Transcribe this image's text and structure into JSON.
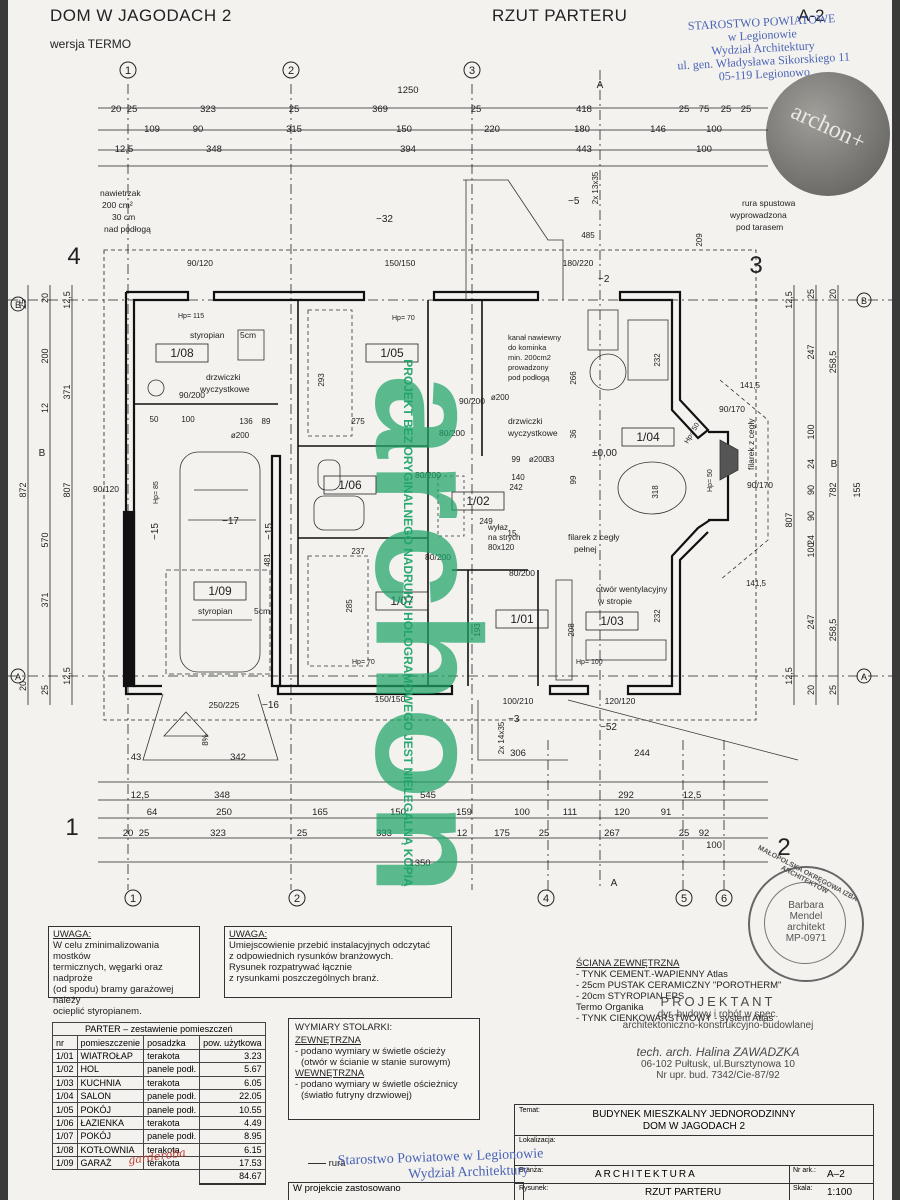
{
  "title": {
    "project_name": "DOM W JAGODACH 2",
    "variant": "wersja TERMO",
    "sheet_name": "RZUT PARTERU",
    "sheet_code": "A-2"
  },
  "stamps": {
    "starostwo_top": [
      "STAROSTWO POWIATOWE",
      "w Legionowie",
      "Wydział Architektury",
      "ul. gen. Władysława Sikorskiego 11",
      "05-119 Legionowo"
    ],
    "archon_logo": "archon+",
    "watermark_letters": "archon",
    "watermark_warning": "PROJEKT BEZ ORYGINALNEGO NADRUKU HOLOGRAMOWEGO JEST NIELEGALNĄ KOPIĄ",
    "architect_seal": {
      "ring": "MAŁOPOLSKA OKRĘGOWA IZBA ARCHITEKTÓW",
      "name1": "Barbara",
      "name2": "Mendel",
      "role": "architekt",
      "number": "MP-0971"
    },
    "starostwo_bottom": [
      "Starostwo Powiatowe w Legionowie",
      "Wydział Architektury"
    ]
  },
  "axes": {
    "top": [
      "1",
      "2",
      "3",
      "4",
      "5",
      "6"
    ],
    "big_labels": [
      "4",
      "3",
      "1",
      "2"
    ],
    "side": [
      "B",
      "A"
    ],
    "section": "A"
  },
  "dimensions": {
    "top_total": "1250",
    "top_row1": [
      "20",
      "25",
      "323",
      "25",
      "369",
      "25",
      "418",
      "25",
      "75",
      "25",
      "25"
    ],
    "top_row2": [
      "109",
      "90",
      "315",
      "150",
      "220",
      "180",
      "146",
      "100"
    ],
    "top_row3": [
      "12,5",
      "348",
      "394",
      "443",
      "100"
    ],
    "bottom_row1": [
      "12,5",
      "348",
      "545",
      "292",
      "12,5"
    ],
    "bottom_row2": [
      "64",
      "250",
      "165",
      "150",
      "159",
      "100",
      "111",
      "120",
      "91"
    ],
    "bottom_row3": [
      "20",
      "25",
      "323",
      "25",
      "333",
      "12",
      "175",
      "25",
      "267",
      "100",
      "25",
      "92"
    ],
    "bottom_total": "1350",
    "misc_bottom": [
      "342",
      "306",
      "244",
      "43"
    ],
    "left_col": [
      "25",
      "20",
      "12,5",
      "200",
      "371",
      "12",
      "872",
      "807",
      "570",
      "371",
      "12,5",
      "25",
      "20"
    ],
    "right_col": [
      "12,5",
      "25",
      "20",
      "247",
      "258,5",
      "100",
      "24",
      "90",
      "782",
      "155",
      "90",
      "24",
      "807",
      "100",
      "247",
      "258,5",
      "12,5",
      "20",
      "25"
    ]
  },
  "plan_annotations": {
    "nawietrzak": [
      "nawietrzak",
      "200 cm²",
      "30 cm",
      "nad podłogą"
    ],
    "rura": [
      "rura spustowa",
      "wyprowadzona",
      "pod tarasem"
    ],
    "kanal": [
      "kanał nawiewny",
      "do kominka",
      "min. 200cm2",
      "prowadzony",
      "pod podłogą"
    ],
    "drzwiczki1": [
      "drzwiczki",
      "wyczystkowe"
    ],
    "drzwiczki2": [
      "drzwiczki",
      "wyczystkowe"
    ],
    "wylaz": [
      "wyłaz",
      "na strych",
      "80x120"
    ],
    "filarek1": [
      "filarek z cegły",
      "pełnej"
    ],
    "filarek2": "filarek z cegły",
    "otwor": [
      "otwór wentylacyjny",
      "w stropie"
    ],
    "styropian1": "styropian",
    "styropian1b": "5cm",
    "styropian2": "styropian",
    "styropian2b": "5cm",
    "levels": [
      "−32",
      "−5",
      "−2",
      "±0,00",
      "−17",
      "−15",
      "−15",
      "−16",
      "−3",
      "−52"
    ],
    "hp": [
      "Hp= 115",
      "Hp= 70",
      "Hp= 85",
      "Hp= 50",
      "Hp= 50",
      "Hp= 70",
      "Hp= 100"
    ],
    "door_labels": [
      "90/120",
      "150/150",
      "180/220",
      "90/120",
      "90/200",
      "80/200",
      "80/200",
      "80/200",
      "80/200",
      "90/200",
      "90/170",
      "90/170",
      "100/210",
      "120/120",
      "150/150",
      "250/225"
    ],
    "small_dims": [
      "50",
      "100",
      "136",
      "89",
      "ø200",
      "ø200",
      "ø200",
      "293",
      "275",
      "237",
      "266",
      "232",
      "318",
      "249",
      "242",
      "140",
      "99",
      "33",
      "36",
      "15",
      "99",
      "208",
      "232",
      "285",
      "193",
      "481",
      "141,5",
      "141,5",
      "485",
      "209",
      "2x 13x35",
      "2x 14x35",
      "8%"
    ]
  },
  "rooms_on_plan": [
    "1/08",
    "1/05",
    "1/04",
    "1/06",
    "1/02",
    "1/09",
    "1/07",
    "1/01",
    "1/03"
  ],
  "notes": {
    "uwaga1_title": "UWAGA:",
    "uwaga1_text": [
      "W celu zminimalizowania mostków",
      "termicznych, węgarki oraz nadproże",
      "(od spodu) bramy garażowej należy",
      "ocieplić styropianem."
    ],
    "uwaga2_title": "UWAGA:",
    "uwaga2_text": [
      "Umiejscowienie przebić instalacyjnych odczytać",
      "z odpowiednich rysunków branżowych.",
      "Rysunek rozpatrywać łącznie",
      "z rysunkami poszczególnych branż."
    ],
    "wall_title": "ŚCIANA ZEWNĘTRZNA",
    "wall_layers": [
      "- TYNK CEMENT.-WAPIENNY Atlas",
      "- 25cm PUSTAK CERAMICZNY \"POROTHERM\"",
      "- 20cm STYROPIAN EPS",
      "- TYNK CIENKOWARSTWOWY - system Atlas"
    ],
    "wall_extra": "Termo Organika",
    "stolarka_title": "WYMIARY STOLARKI:",
    "stolarka_lines": [
      "ZEWNĘTRZNA",
      "- podano wymiary w świetle ościeży",
      "(otwór w ścianie w stanie surowym)",
      "WEWNĘTRZNA",
      "- podano wymiary w świetle ościeżnicy",
      "(światło futryny drzwiowej)"
    ]
  },
  "rooms_table": {
    "caption": "PARTER  –  zestawienie pomieszczeń",
    "headers": [
      "nr",
      "pomieszczenie",
      "posadzka",
      "pow. użytkowa"
    ],
    "rows": [
      [
        "1/01",
        "WIATROŁAP",
        "terakota",
        "3.23"
      ],
      [
        "1/02",
        "HOL",
        "panele podł.",
        "5.67"
      ],
      [
        "1/03",
        "KUCHNIA",
        "terakota",
        "6.05"
      ],
      [
        "1/04",
        "SALON",
        "panele podł.",
        "22.05"
      ],
      [
        "1/05",
        "POKÓJ",
        "panele podł.",
        "10.55"
      ],
      [
        "1/06",
        "ŁAZIENKA",
        "terakota",
        "4.49"
      ],
      [
        "1/07",
        "POKÓJ",
        "panele podł.",
        "8.95"
      ],
      [
        "1/08",
        "KOTŁOWNIA",
        "terakota",
        "6.15"
      ],
      [
        "1/09",
        "GARAŻ",
        "terakota",
        "17.53"
      ]
    ],
    "total": "84.67",
    "handwritten": "garderoba"
  },
  "designer": {
    "title": "PROJEKTANT",
    "line1": "dyr. budowy i robót w spec.",
    "line2": "architektoniczno-konstrukcyjno-budowlanej",
    "name": "tech. arch. Halina ZAWADZKA",
    "address": "06-102 Pułtusk, ul.Bursztynowa 10",
    "license": "Nr upr. bud. 7342/Cie-87/92"
  },
  "title_block": {
    "temat_label": "Temat:",
    "temat": [
      "BUDYNEK MIESZKALNY JEDNORODZINNY",
      "DOM  W  JAGODACH  2"
    ],
    "lokalizacja_label": "Lokalizacja:",
    "branza_label": "Branża:",
    "branza": "ARCHITEKTURA",
    "nr_ark_label": "Nr ark.:",
    "nr_ark": "A–2",
    "rysunek_label": "Rysunek:",
    "rysunek": "RZUT PARTERU",
    "skala_label": "Skala:",
    "skala": "1:100"
  },
  "footer": {
    "legend_item": "rura",
    "projekt_note": "W projekcie zastosowano"
  },
  "colors": {
    "paper": "#f3f2ee",
    "ink": "#222222",
    "stamp_blue": "#4a63b6",
    "watermark_green": "#1fa36a",
    "seal_grey": "#8a8a86"
  }
}
